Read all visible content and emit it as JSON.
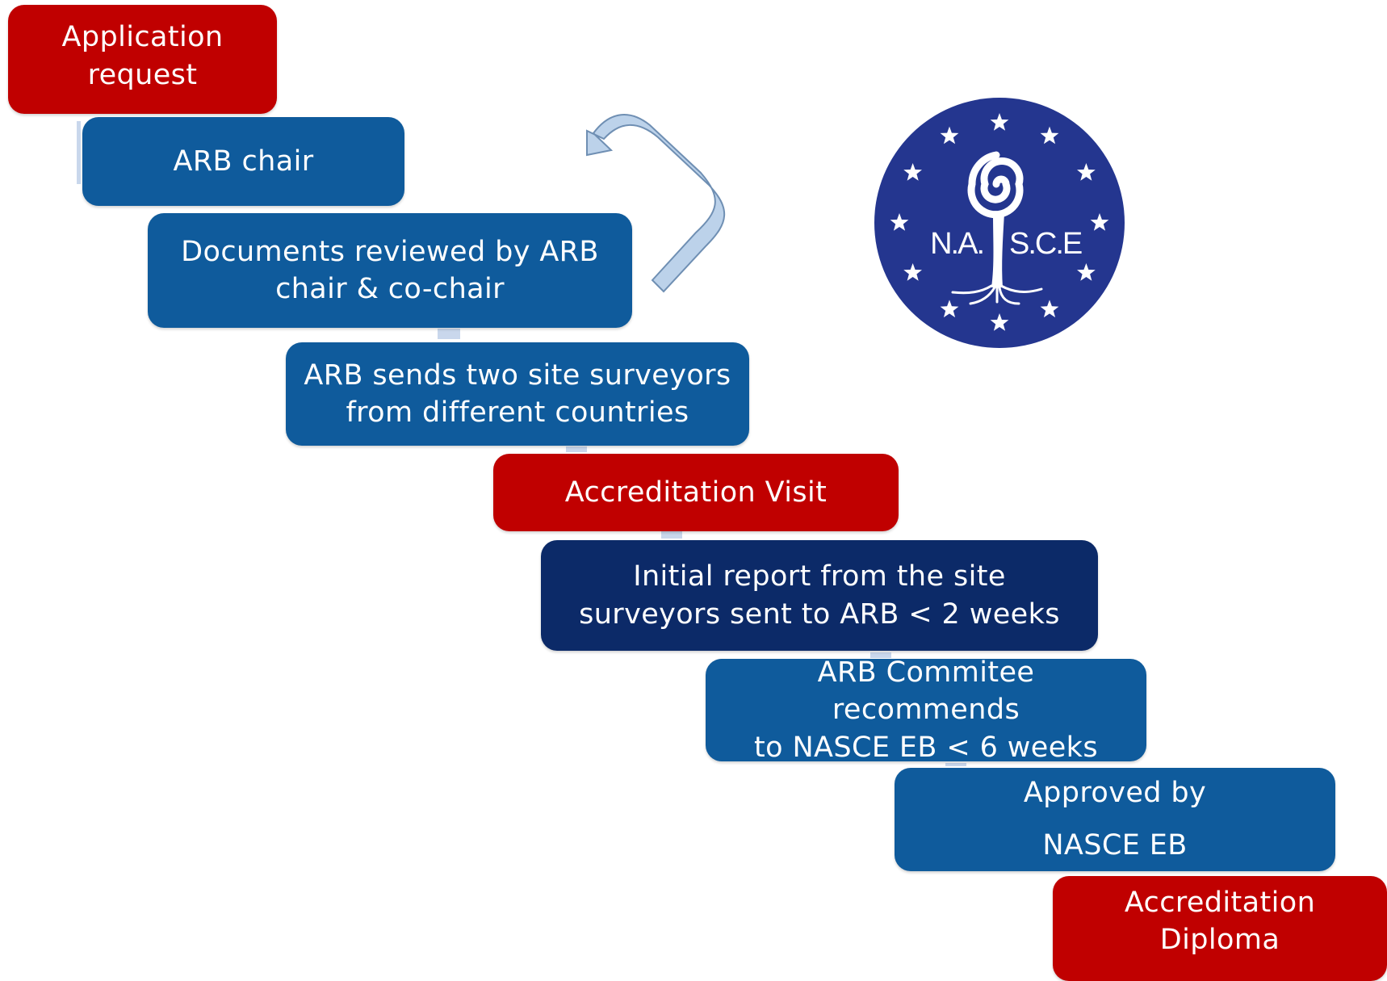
{
  "steps": [
    {
      "label": "Application\nrequest",
      "color": "#c00000"
    },
    {
      "label": "ARB chair",
      "color": "#0f5b9c"
    },
    {
      "label": "Documents reviewed by ARB\nchair & co-chair",
      "color": "#0f5b9c"
    },
    {
      "label": "ARB sends two site surveyors\nfrom different countries",
      "color": "#0f5b9c"
    },
    {
      "label": "Accreditation Visit",
      "color": "#c00000"
    },
    {
      "label": "Initial report from the site\nsurveyors sent to ARB < 2 weeks",
      "color": "#0c2a68"
    },
    {
      "label": "ARB Commitee recommends\nto NASCE EB < 6 weeks",
      "color": "#0f5b9c"
    },
    {
      "label": "Approved by\nNASCE EB",
      "color": "#0f5b9c"
    },
    {
      "label": "Accreditation\nDiploma",
      "color": "#c00000"
    }
  ],
  "logo": {
    "left_text": "N.A.",
    "right_text": "S.C.E",
    "background_color": "#24368f",
    "star_count": 12
  },
  "arrow": {
    "icon": "curved-return-arrow",
    "fill_color": "#bcd2ea",
    "stroke_color": "#6f8fb3"
  }
}
